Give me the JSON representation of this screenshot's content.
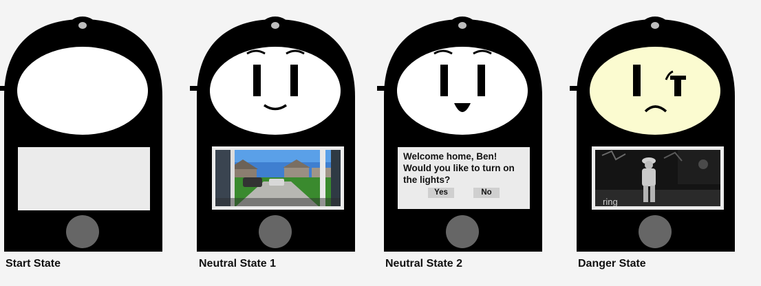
{
  "states": [
    {
      "caption": "Start State",
      "face": "blank",
      "screen": "empty",
      "face_fill": "#ffffff"
    },
    {
      "caption": "Neutral State 1",
      "face": "smile",
      "screen": "camera-day",
      "face_fill": "#ffffff"
    },
    {
      "caption": "Neutral State 2",
      "face": "happy-open",
      "screen": "prompt",
      "face_fill": "#ffffff",
      "prompt": {
        "line1": "Welcome home, Ben!",
        "line2": "Would you like to turn on",
        "line3": "the lights?",
        "yes": "Yes",
        "no": "No"
      }
    },
    {
      "caption": "Danger State",
      "face": "angry",
      "screen": "camera-night",
      "face_fill": "#fbfbd0",
      "camera_label": "ring"
    }
  ],
  "colors": {
    "body": "#000000",
    "button": "#666666",
    "bell_cap": "#bdbdbd",
    "background": "#f4f4f4"
  }
}
